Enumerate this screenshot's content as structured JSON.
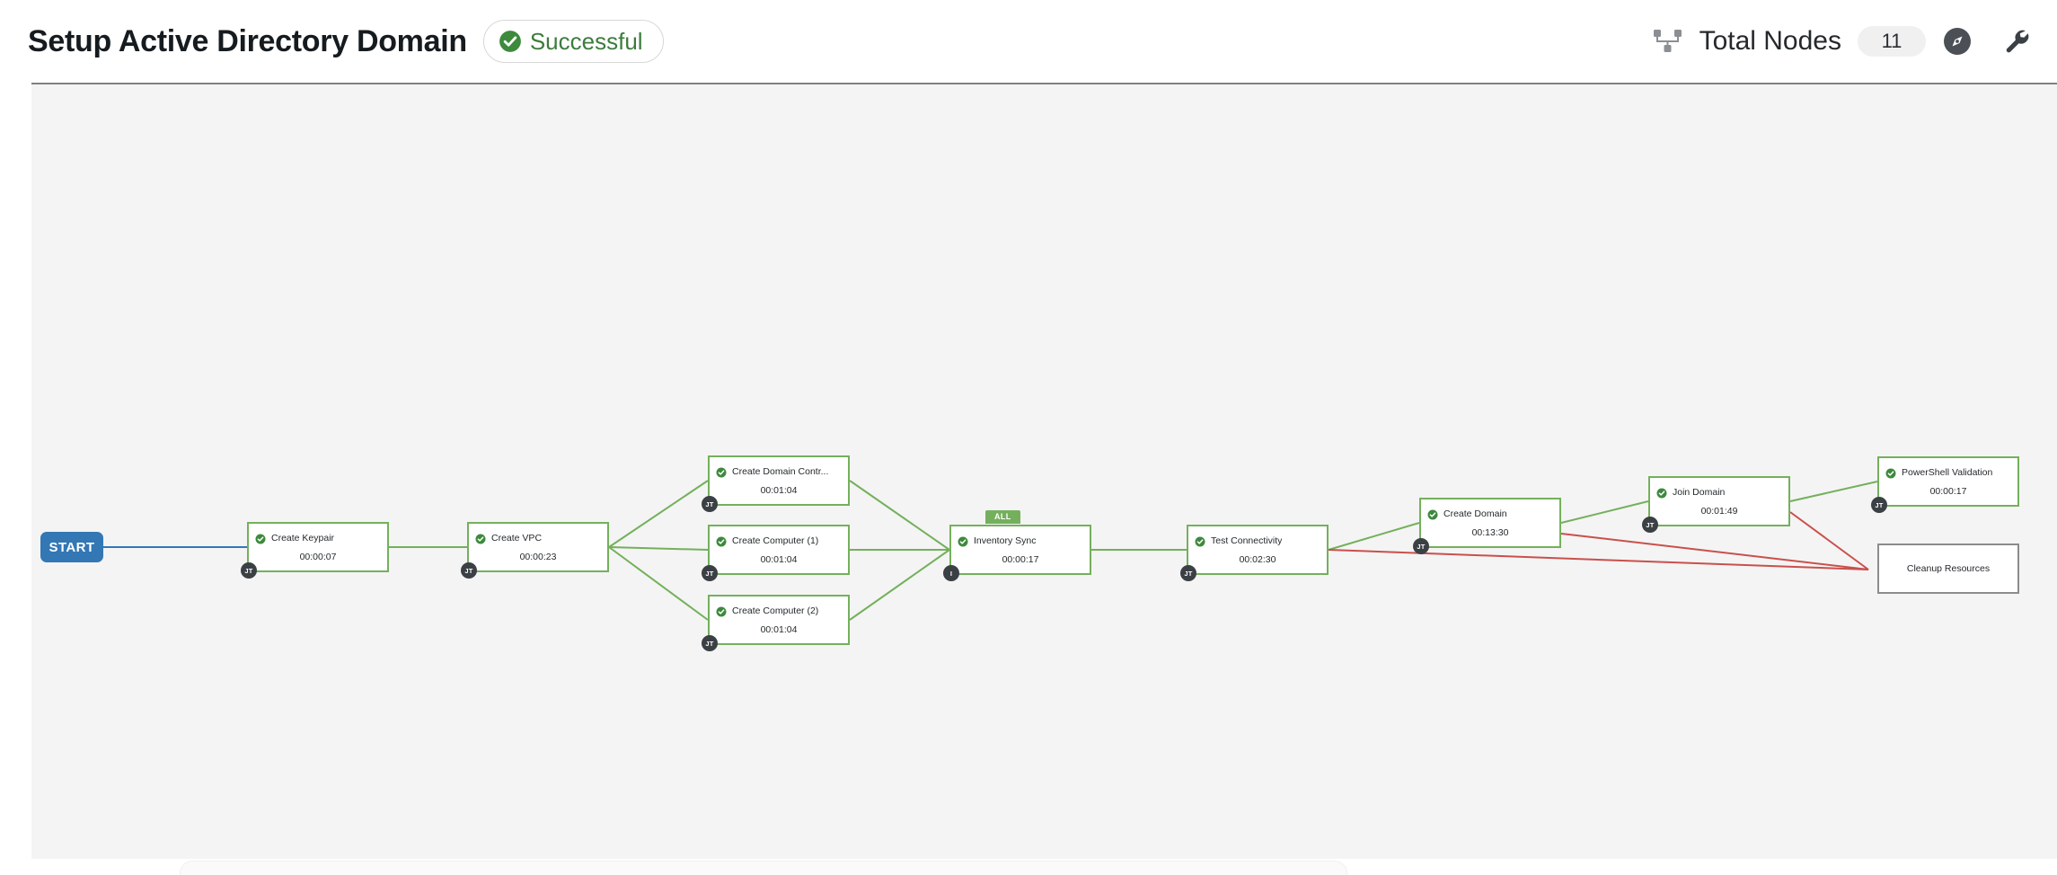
{
  "header": {
    "title": "Setup Active Directory Domain",
    "status": {
      "label": "Successful",
      "icon": "check-circle-icon",
      "color": "#3d7c3d"
    },
    "nodes_icon": "sitemap-icon",
    "total_nodes_label": "Total Nodes",
    "total_nodes_count": "11",
    "compass_icon": "compass-icon",
    "wrench_icon": "wrench-icon"
  },
  "canvas": {
    "start_label": "START",
    "colors": {
      "success_edge": "#74b05c",
      "failure_edge": "#c9504c",
      "start_edge": "#3377b5",
      "node_border_success": "#74b05c",
      "node_border_pending": "#8c8c8c",
      "start_fill": "#3377b5",
      "badge_fill": "#3b4045",
      "canvas_bg": "#f4f4f4"
    },
    "nodes": [
      {
        "id": "create-keypair",
        "title": "Create Keypair",
        "elapsed": "00:00:07",
        "status": "success",
        "badge": "JT"
      },
      {
        "id": "create-vpc",
        "title": "Create VPC",
        "elapsed": "00:00:23",
        "status": "success",
        "badge": "JT"
      },
      {
        "id": "create-domain-controller",
        "title": "Create Domain Contr...",
        "elapsed": "00:01:04",
        "status": "success",
        "badge": "JT"
      },
      {
        "id": "create-computer-1",
        "title": "Create Computer (1)",
        "elapsed": "00:01:04",
        "status": "success",
        "badge": "JT"
      },
      {
        "id": "create-computer-2",
        "title": "Create Computer (2)",
        "elapsed": "00:01:04",
        "status": "success",
        "badge": "JT"
      },
      {
        "id": "inventory-sync",
        "title": "Inventory Sync",
        "elapsed": "00:00:17",
        "status": "success",
        "badge": "I",
        "tab_label": "ALL"
      },
      {
        "id": "test-connectivity",
        "title": "Test Connectivity",
        "elapsed": "00:02:30",
        "status": "success",
        "badge": "JT"
      },
      {
        "id": "create-domain",
        "title": "Create Domain",
        "elapsed": "00:13:30",
        "status": "success",
        "badge": "JT"
      },
      {
        "id": "join-domain",
        "title": "Join Domain",
        "elapsed": "00:01:49",
        "status": "success",
        "badge": "JT"
      },
      {
        "id": "powershell-validation",
        "title": "PowerShell Validation",
        "elapsed": "00:00:17",
        "status": "success",
        "badge": "JT"
      },
      {
        "id": "cleanup-resources",
        "title": "Cleanup Resources",
        "elapsed": "",
        "status": "pending",
        "badge": ""
      }
    ]
  }
}
